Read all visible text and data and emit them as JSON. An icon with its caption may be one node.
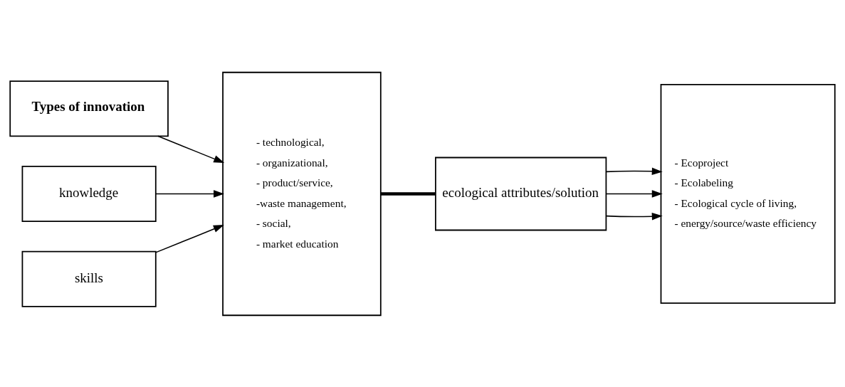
{
  "diagram": {
    "nodes": [
      {
        "text": [
          "Types of innovation"
        ]
      },
      {
        "text": [
          "knowledge"
        ]
      },
      {
        "text": [
          "skills"
        ]
      },
      {
        "text": [
          "- technological,",
          "- organizational,",
          "- product/service,",
          "-waste management,",
          "- social,",
          "- market education"
        ]
      },
      {
        "text": [
          "ecological attributes/solution"
        ]
      },
      {
        "text": [
          "- Ecoproject",
          "- Ecolabeling",
          "- Ecological cycle of living,",
          "- energy/source/waste efficiency"
        ]
      }
    ],
    "edges": [
      {
        "from": 0,
        "to": 3,
        "arrow": "to"
      },
      {
        "from": 1,
        "to": 3,
        "arrow": "to"
      },
      {
        "from": 2,
        "to": 3,
        "arrow": "to"
      },
      {
        "from": 3,
        "to": 4,
        "arrow": "none",
        "style": "thick"
      },
      {
        "from": 4,
        "to": 5,
        "arrow": "to"
      },
      {
        "from": 4,
        "to": 5,
        "arrow": "to"
      },
      {
        "from": 4,
        "to": 5,
        "arrow": "to"
      }
    ]
  }
}
